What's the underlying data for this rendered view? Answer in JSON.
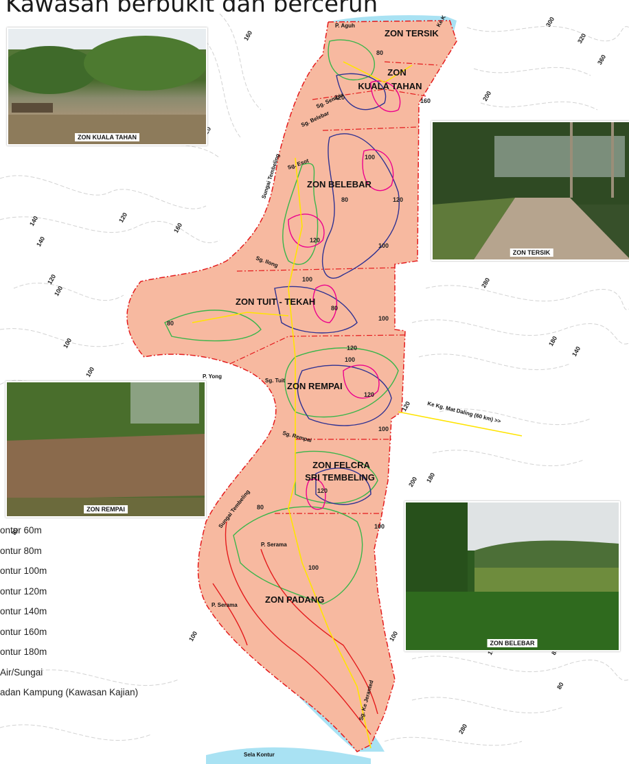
{
  "title": "Kawasan berbukit dan bercerun",
  "zones": [
    {
      "key": "tersik",
      "label": "ZON TERSIK"
    },
    {
      "key": "kuala_tahan_1",
      "label": "ZON"
    },
    {
      "key": "kuala_tahan_2",
      "label": "KUALA TAHAN"
    },
    {
      "key": "belebar",
      "label": "ZON BELEBAR"
    },
    {
      "key": "tuit_tekah",
      "label": "ZON TUIT - TEKAH"
    },
    {
      "key": "rempai",
      "label": "ZON REMPAI"
    },
    {
      "key": "felcra_1",
      "label": "ZON FELCRA"
    },
    {
      "key": "felcra_2",
      "label": "SRI TEMBELING"
    },
    {
      "key": "padang",
      "label": "ZON PADANG"
    }
  ],
  "place_labels": {
    "p_aguh": "P. Aguh",
    "sg_sempia": "Sg. Sempia",
    "sg_belebar": "Sg. Belebar",
    "sg_esot": "Sg. Esot",
    "sungai_tembeling_n": "Sungai Tembeling",
    "sg_ilong": "Sg. Ilong",
    "p_yong": "P. Yong",
    "sg_tuit": "Sg. Tuit",
    "sg_rempai": "Sg. Rempai",
    "sungai_tembeling_s": "Sungai Tembeling",
    "p_serama_1": "P. Serama",
    "p_serama_2": "P. Serama",
    "sg_ke_jeranted": "Sg. Ke Jeranted",
    "ke_kg_mat_daling": "Ke Kg. Mat Daling (60 km) >>",
    "skala_kontur": "Sela Kontur",
    "ke_kk": "Ke K"
  },
  "contour_numbers": [
    "80",
    "120",
    "160",
    "100",
    "80",
    "120",
    "120",
    "100",
    "80",
    "100",
    "120",
    "100",
    "80",
    "100",
    "120",
    "100",
    "120",
    "100",
    "80",
    "100"
  ],
  "background_numbers": [
    "160",
    "120",
    "140",
    "140",
    "120",
    "100",
    "120",
    "160",
    "100",
    "100",
    "80",
    "280",
    "300",
    "320",
    "360",
    "200",
    "180",
    "140",
    "120",
    "180",
    "200",
    "100",
    "100",
    "80",
    "100",
    "80",
    "280"
  ],
  "photos": [
    {
      "key": "kuala_tahan",
      "caption": "ZON KUALA TAHAN"
    },
    {
      "key": "tersik",
      "caption": "ZON TERSIK"
    },
    {
      "key": "rempai",
      "caption": "ZON REMPAI"
    },
    {
      "key": "belebar",
      "caption": "ZON BELEBAR"
    }
  ],
  "legend": [
    {
      "label": "ontur 60m",
      "color": "#e41a1c"
    },
    {
      "label": "ontur 80m",
      "color": "#39b54a"
    },
    {
      "label": "ontur 100m",
      "color": "#2e3192"
    },
    {
      "label": "ontur 120m",
      "color": "#ec008c"
    },
    {
      "label": "ontur 140m",
      "color": "#f7941d"
    },
    {
      "label": "ontur 160m",
      "color": "#8dc63f"
    },
    {
      "label": "ontur 180m",
      "color": "#00aeef"
    },
    {
      "label": " Air/Sungai",
      "color": "#a9e2f3"
    },
    {
      "label": "adan Kampung (Kawasan Kajian)",
      "color": "#f7b9a0"
    }
  ],
  "colors": {
    "river": "#a9e2f3",
    "study_area": "#f7b9a0",
    "boundary": "#e41a1c",
    "road": "#ffe400",
    "contour_60": "#e41a1c",
    "contour_80": "#39b54a",
    "contour_100": "#2e3192",
    "contour_120": "#ec008c",
    "background_contour": "#cccccc"
  }
}
